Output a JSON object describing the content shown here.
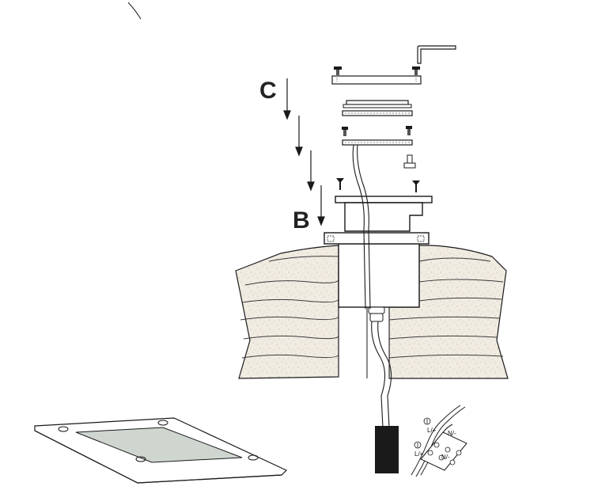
{
  "labels": {
    "step_c": "C",
    "step_b": "B"
  },
  "terminal_block": {
    "live_top": "L/+",
    "neutral_top": "N/-",
    "live_bottom": "L/+",
    "neutral_bottom": "N/-"
  },
  "colors": {
    "line": "#1a1a1a",
    "stone": "#ece6d8",
    "lens": "#cfd6d0",
    "cable_sleeve": "#1a1a1a"
  }
}
